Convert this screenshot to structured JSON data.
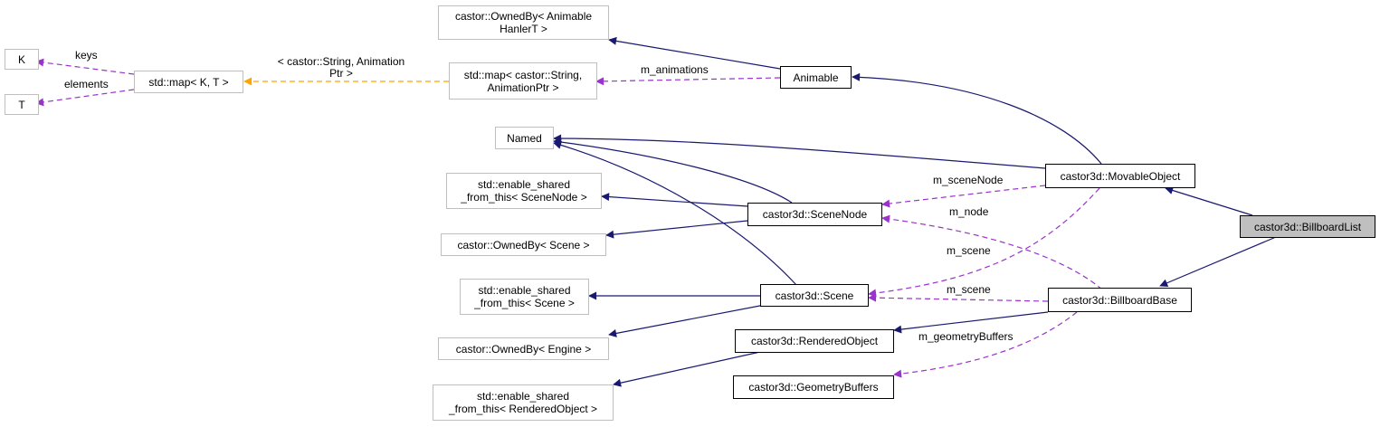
{
  "nodes": {
    "k": "K",
    "t": "T",
    "std_map_kt": "std::map< K, T >",
    "owned_by_animable": "castor::OwnedBy< Animable\nHanlerT >",
    "std_map_animation": "std::map< castor::String,\nAnimationPtr >",
    "animable": "Animable",
    "named": "Named",
    "enable_shared_scenenode": "std::enable_shared\n_from_this< SceneNode >",
    "owned_by_scene": "castor::OwnedBy< Scene >",
    "enable_shared_scene": "std::enable_shared\n_from_this< Scene >",
    "owned_by_engine": "castor::OwnedBy< Engine >",
    "enable_shared_rendered": "std::enable_shared\n_from_this< RenderedObject >",
    "scenenode": "castor3d::SceneNode",
    "scene": "castor3d::Scene",
    "rendered_object": "castor3d::RenderedObject",
    "geometry_buffers": "castor3d::GeometryBuffers",
    "movable_object": "castor3d::MovableObject",
    "billboard_base": "castor3d::BillboardBase",
    "billboard_list": "castor3d::BillboardList"
  },
  "edge_labels": {
    "keys": "keys",
    "elements": "elements",
    "template_args": "< castor::String, Animation\nPtr >",
    "m_animations": "m_animations",
    "m_scenenode": "m_sceneNode",
    "m_node": "m_node",
    "m_scene_1": "m_scene",
    "m_scene_2": "m_scene",
    "m_geometrybuffers": "m_geometryBuffers"
  },
  "colors": {
    "inheritance": "#191970",
    "usage": "#9a32cd",
    "template": "#ffa500",
    "focus_fill": "#bfbfbf"
  }
}
